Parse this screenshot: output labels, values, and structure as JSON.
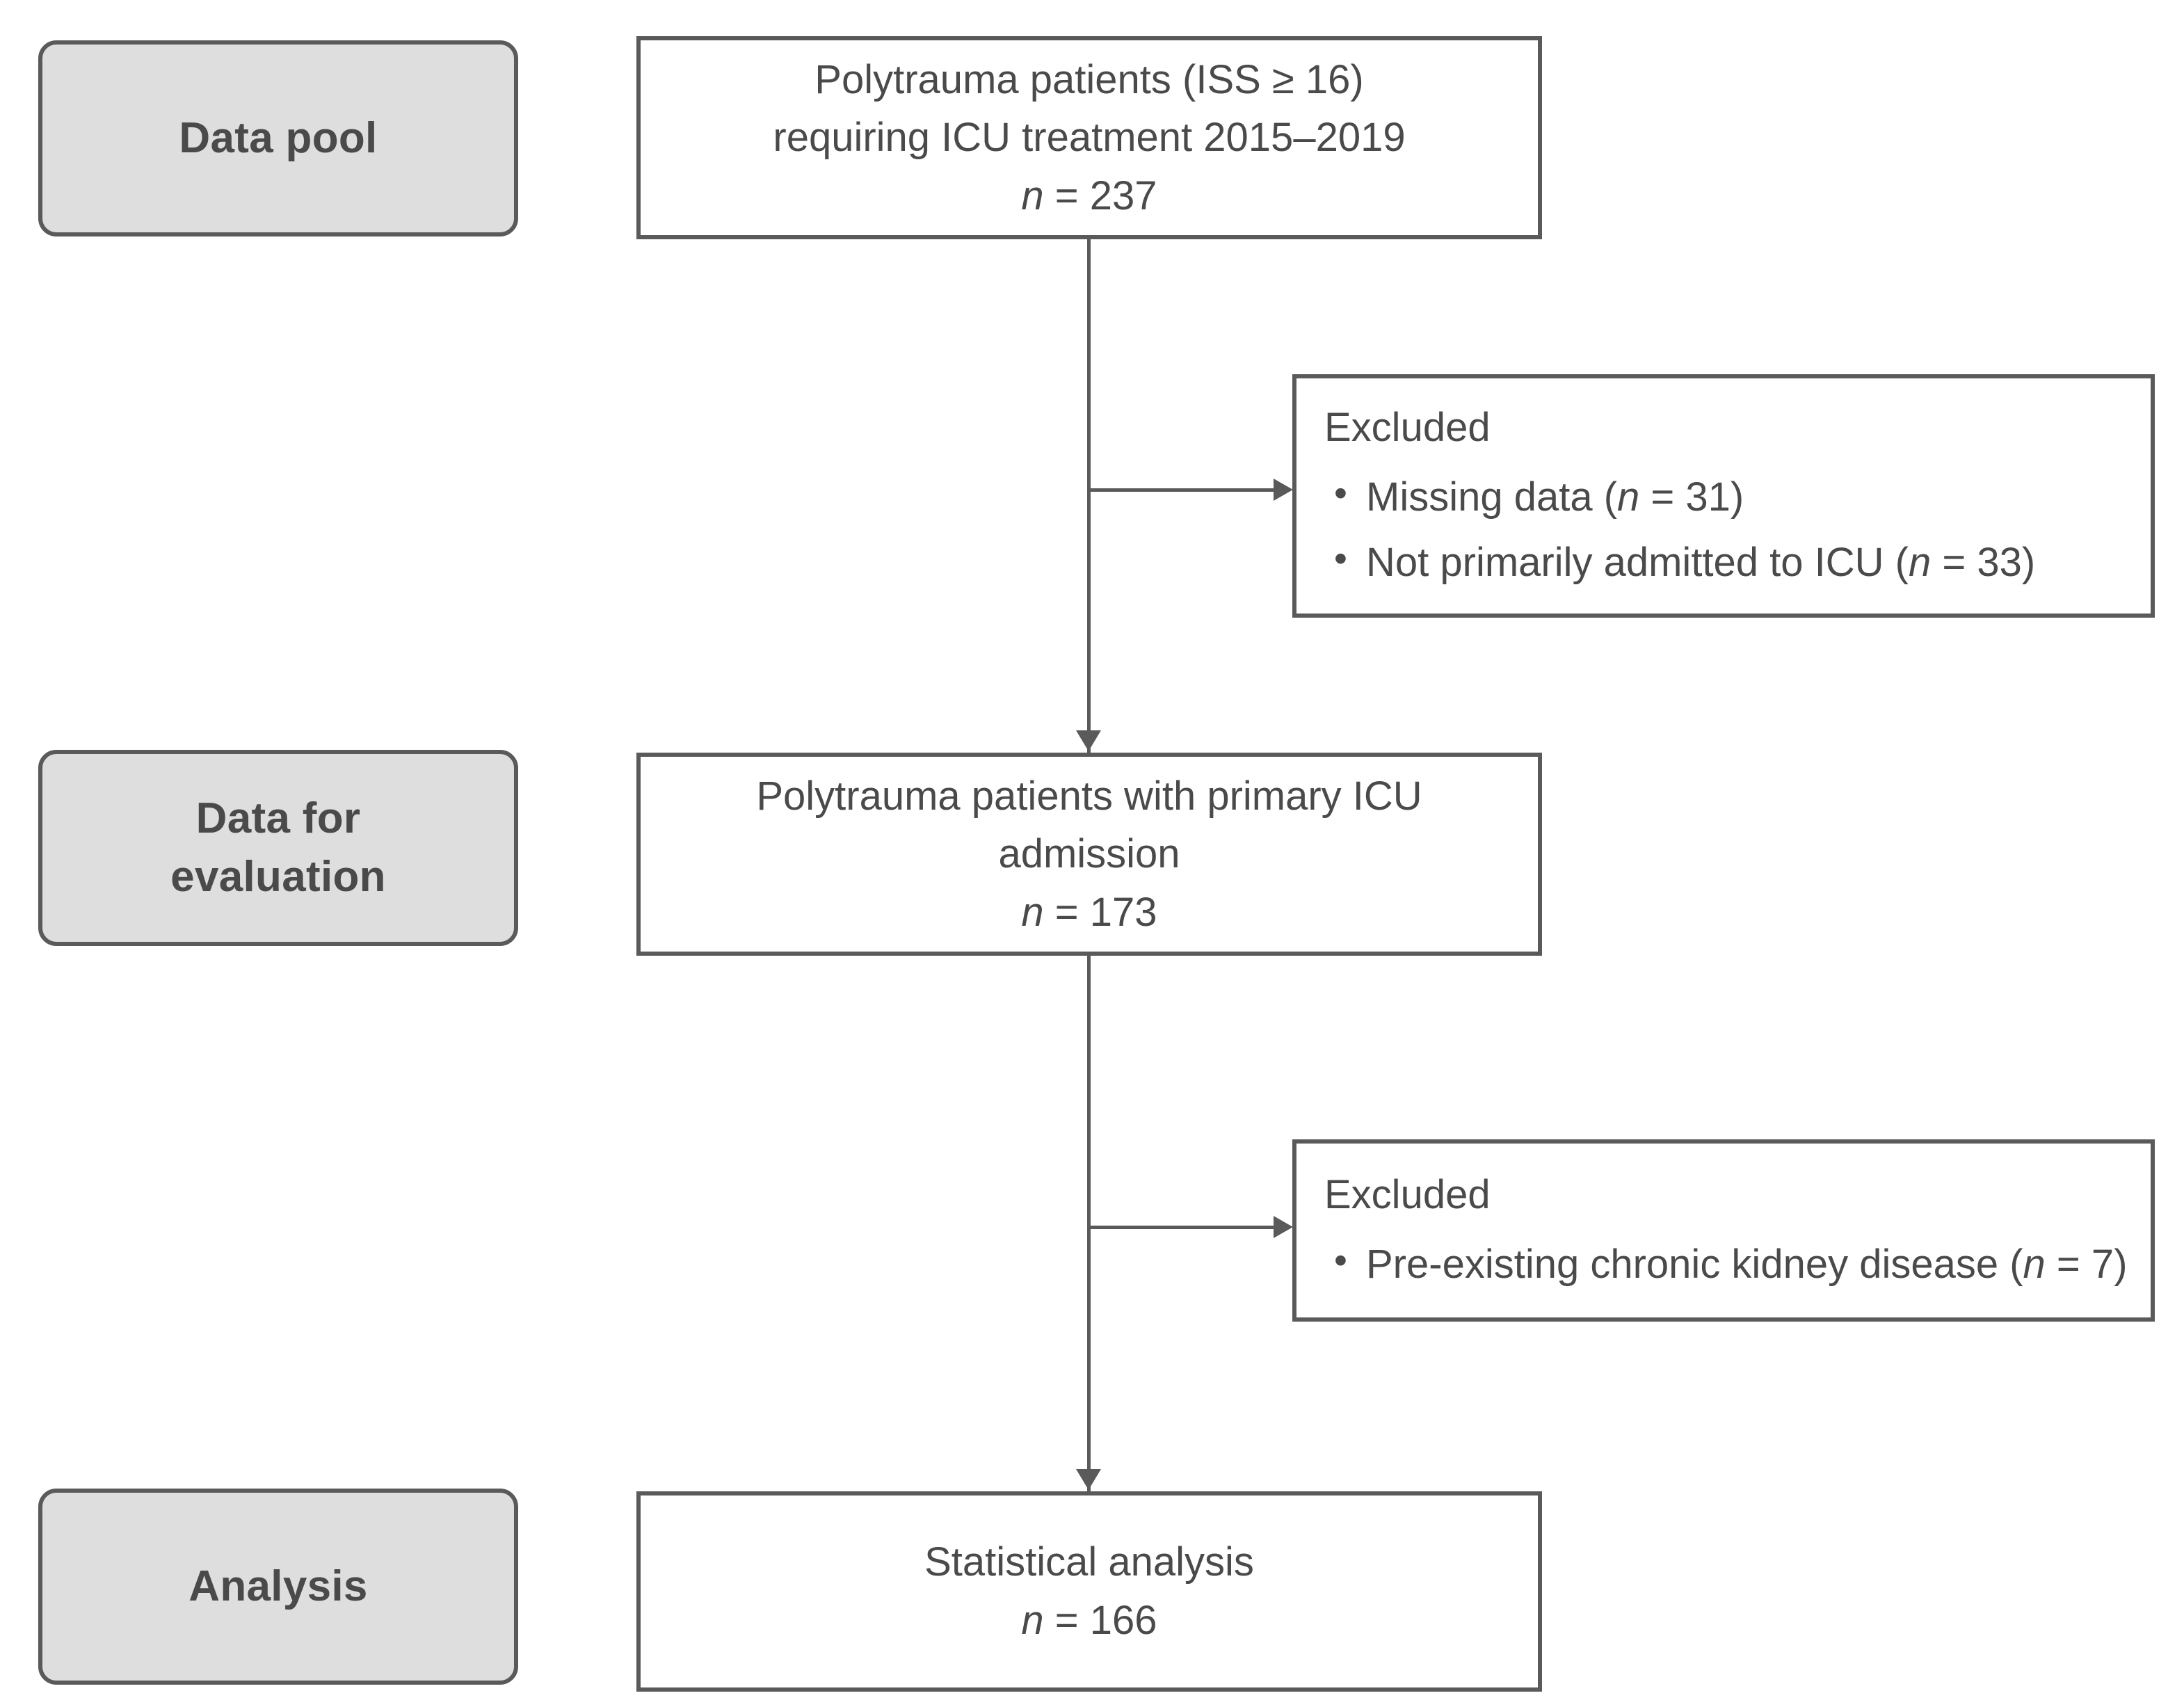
{
  "figure": {
    "type": "flowchart",
    "orientation": "vertical",
    "stages": [
      {
        "id": "data-pool",
        "label": "Data pool"
      },
      {
        "id": "data-for-evaluation",
        "label": "Data for\nevaluation"
      },
      {
        "id": "analysis",
        "label": "Analysis"
      }
    ],
    "flow_nodes": [
      {
        "id": "node-polytrauma-pool",
        "lines": [
          "Polytrauma patients (ISS ≥ 16)",
          "requiring ICU treatment 2015–2019"
        ],
        "n_prefix": "n",
        "n_separator": " = ",
        "n_value": "237"
      },
      {
        "id": "node-primary-icu",
        "lines": [
          "Polytrauma patients with primary ICU",
          "admission"
        ],
        "n_prefix": "n",
        "n_separator": " = ",
        "n_value": "173"
      },
      {
        "id": "node-statistical-analysis",
        "lines": [
          "Statistical analysis"
        ],
        "n_prefix": "n",
        "n_separator": " = ",
        "n_value": "166"
      }
    ],
    "exclusion_nodes": [
      {
        "id": "excluded-1",
        "title": "Excluded",
        "items": [
          {
            "text_before": "Missing data (",
            "n_prefix": "n",
            "n_separator": " = ",
            "n_value": "31",
            "text_after": ")"
          },
          {
            "text_before": "Not primarily admitted to ICU (",
            "n_prefix": "n",
            "n_separator": " = ",
            "n_value": "33",
            "text_after": ")"
          }
        ]
      },
      {
        "id": "excluded-2",
        "title": "Excluded",
        "items": [
          {
            "text_before": "Pre-existing chronic kidney disease (",
            "n_prefix": "n",
            "n_separator": " = ",
            "n_value": "7",
            "text_after": ")"
          }
        ]
      }
    ],
    "colors": {
      "stage_fill": "#dedede",
      "border": "#5a5a5a",
      "text": "#4a4a4a",
      "background": "#ffffff"
    }
  }
}
